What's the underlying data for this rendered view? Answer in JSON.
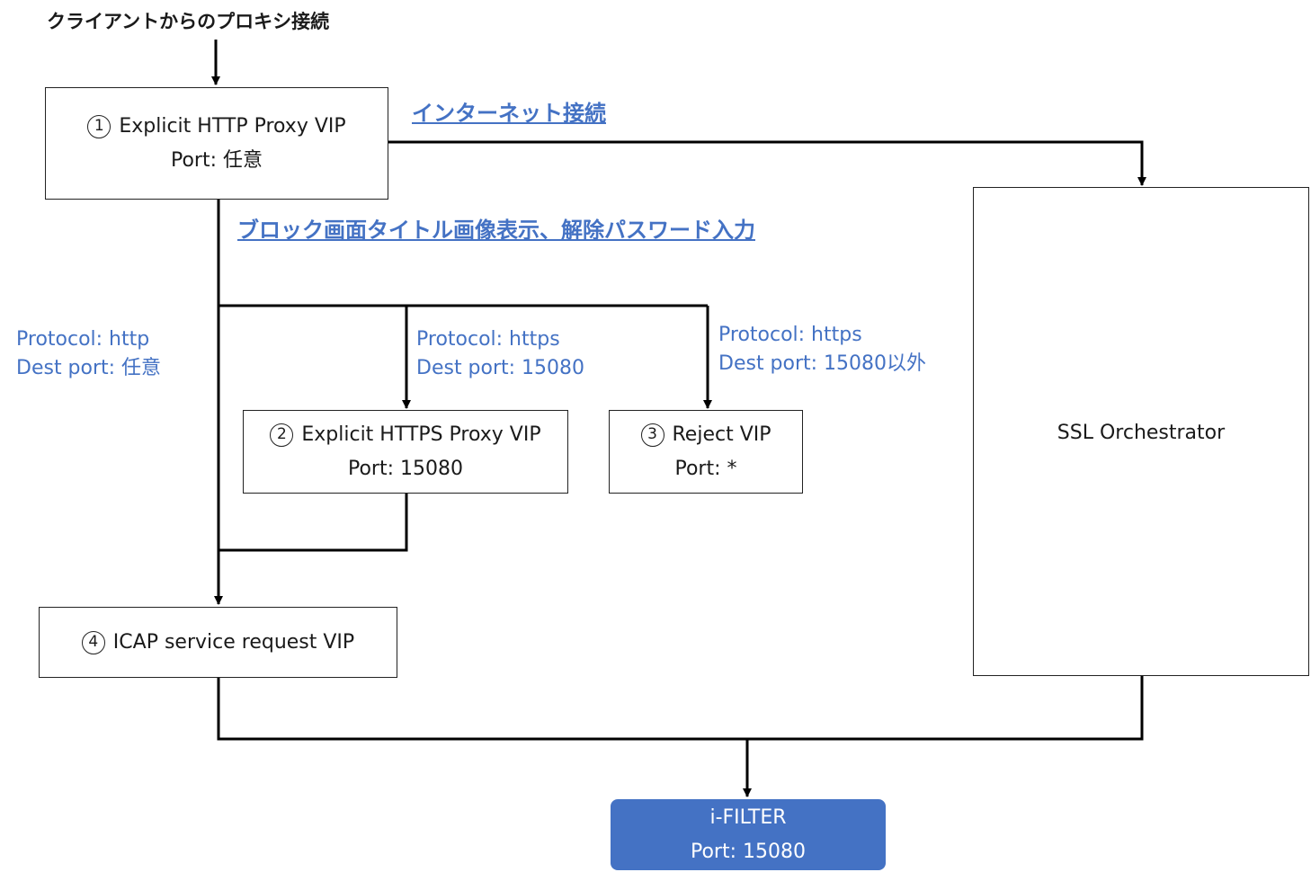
{
  "header": {
    "client_proxy_connection": "クライアントからのプロキシ接続"
  },
  "links": {
    "internet_connection": "インターネット接続",
    "block_page_password": "ブロック画面タイトル画像表示、解除パスワード入力"
  },
  "boxes": {
    "explicit_http": {
      "num": "1",
      "title": "Explicit HTTP Proxy VIP",
      "port": "Port: 任意"
    },
    "explicit_https": {
      "num": "2",
      "title": "Explicit HTTPS Proxy VIP",
      "port": "Port: 15080"
    },
    "reject": {
      "num": "3",
      "title": "Reject VIP",
      "port": "Port: *"
    },
    "icap": {
      "num": "4",
      "title": "ICAP service request VIP"
    },
    "ssl_orchestrator": {
      "title": "SSL Orchestrator"
    },
    "ifilter": {
      "title": "i-FILTER",
      "port": "Port: 15080"
    }
  },
  "conditions": {
    "http": {
      "protocol": "Protocol: http",
      "dest_port": "Dest port: 任意"
    },
    "https_15080": {
      "protocol": "Protocol: https",
      "dest_port": "Dest port: 15080"
    },
    "https_other": {
      "protocol": "Protocol: https",
      "dest_port": "Dest port: 15080以外"
    }
  },
  "colors": {
    "accent": "#4472c4",
    "line": "#000000"
  }
}
